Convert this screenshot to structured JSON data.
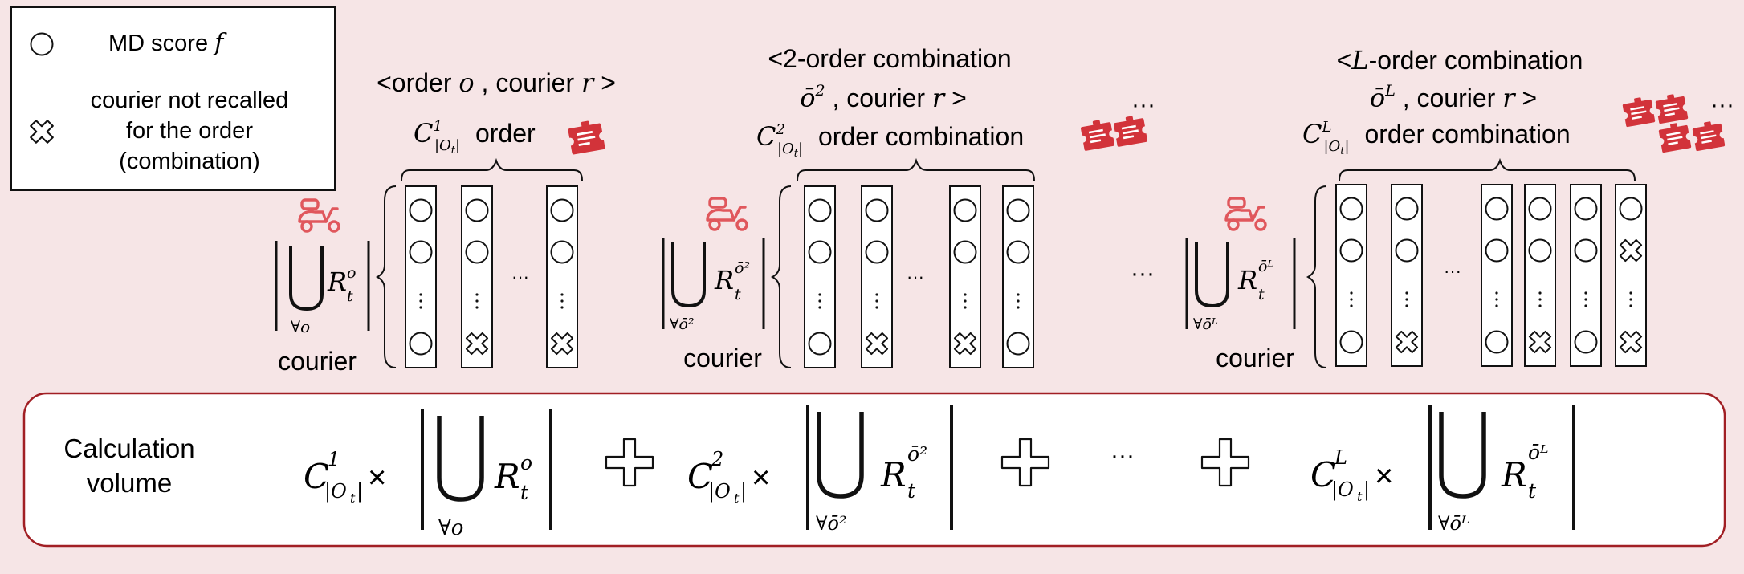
{
  "legend": {
    "circle_label_text": "MD score ",
    "circle_label_var": "f",
    "cross_label_lines": [
      "courier not recalled",
      "for the order",
      "(combination)"
    ]
  },
  "groups": [
    {
      "title_line1": "<order o , courier r >",
      "title_line2": "",
      "count_label": "C¹|Oₜ| order",
      "courier_set_label": "⋃ Rₜᵒ (∀o)",
      "courier_word": "courier"
    },
    {
      "title_line1": "<2-order combination",
      "title_line2": "ō² , courier r >",
      "count_label": "C²|Oₜ| order combination",
      "courier_set_label": "⋃ Rₜ^ō² (∀ō²)",
      "courier_word": "courier"
    },
    {
      "title_line1": "<L-order combination",
      "title_line2": "ōᴸ , courier r >",
      "count_label": "Cᴸ|Oₜ| order combination",
      "courier_set_label": "⋃ Rₜ^ōᴸ (∀ōᴸ)",
      "courier_word": "courier"
    }
  ],
  "between_groups_ellipsis": "···",
  "columns_ellipsis": "···",
  "formula": {
    "label_line1": "Calculation",
    "label_line2": "volume",
    "term1": "C¹|Oₜ| × |⋃∀o Rₜᵒ|",
    "term2": "C²|Oₜ| × |⋃∀ō² Rₜ^ō²|",
    "term3": "Cᴸ|Oₜ| × |⋃∀ōᴸ Rₜ^ōᴸ|",
    "ellipsis": "···",
    "plus_symbol": "+"
  },
  "colors": {
    "background": "#f6e5e6",
    "icon_red": "#d2333a",
    "box_border": "#a11f24",
    "scooter_red": "#e0575c"
  },
  "icons": [
    "circle-icon",
    "cross-icon",
    "scooter-icon",
    "order-tickets-icon"
  ]
}
